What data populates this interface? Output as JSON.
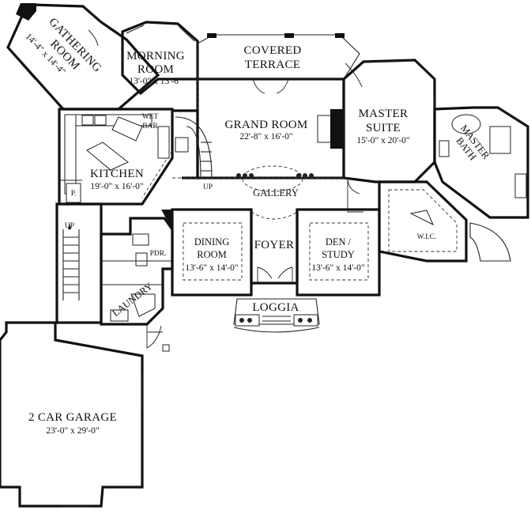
{
  "rooms": {
    "gathering": {
      "name_line1": "GATHERING",
      "name_line2": "ROOM",
      "dims": "14'-4\" x 14'-4\""
    },
    "morning": {
      "name_line1": "MORNING",
      "name_line2": "ROOM",
      "dims": "13'-0\" x 13'-6\""
    },
    "covered_terrace": {
      "name_line1": "COVERED",
      "name_line2": "TERRACE"
    },
    "grand_room": {
      "name": "GRAND ROOM",
      "dims": "22'-8\" x 16'-0\""
    },
    "master_suite": {
      "name_line1": "MASTER",
      "name_line2": "SUITE",
      "dims": "15'-0\" x 20'-0\""
    },
    "master_bath": {
      "name_line1": "MASTER",
      "name_line2": "BATH"
    },
    "wet_bar": {
      "name_line1": "WET",
      "name_line2": "BAR"
    },
    "kitchen": {
      "name": "KITCHEN",
      "dims": "19'-0\" x 16'-0\""
    },
    "pantry": {
      "name": "P."
    },
    "gallery": {
      "name": "GALLERY"
    },
    "up_main": {
      "name": "UP"
    },
    "up_side": {
      "name": "UP"
    },
    "dining": {
      "name_line1": "DINING",
      "name_line2": "ROOM",
      "dims": "13'-6\" x 14'-0\""
    },
    "foyer": {
      "name": "FOYER"
    },
    "den": {
      "name_line1": "DEN /",
      "name_line2": "STUDY",
      "dims": "13'-6\" x 14'-0\""
    },
    "wic": {
      "name": "W.I.C."
    },
    "powder": {
      "name": "PDR."
    },
    "laundry": {
      "name": "LAUNDRY"
    },
    "loggia": {
      "name": "LOGGIA"
    },
    "garage": {
      "name": "2 CAR GARAGE",
      "dims": "23'-0\" x 29'-0\""
    }
  }
}
